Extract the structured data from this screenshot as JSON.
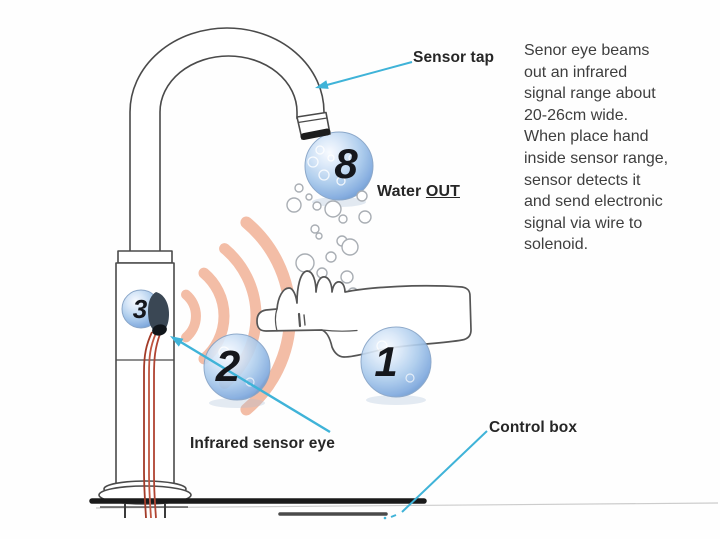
{
  "labels": {
    "sensor_tap": "Sensor tap",
    "water": "Water",
    "water_out": "OUT",
    "infrared_sensor_eye": "Infrared sensor eye",
    "control_box": "Control box"
  },
  "balls": {
    "b8": "8",
    "b3": "3",
    "b2": "2",
    "b1": "1"
  },
  "description": "Senor eye beams\nout an infrared\nsignal range about\n20-26cm wide.\nWhen place hand\ninside sensor range,\nsensor detects it\nand send electronic\nsignal via wire to\nsolenoid.",
  "colors": {
    "accent_cyan": "#3fb3d8",
    "signal_salmon": "#f3bda6",
    "ball_blue": "#a9caec",
    "wire_red": "#b04432",
    "counter_black": "#1a1a1a"
  }
}
